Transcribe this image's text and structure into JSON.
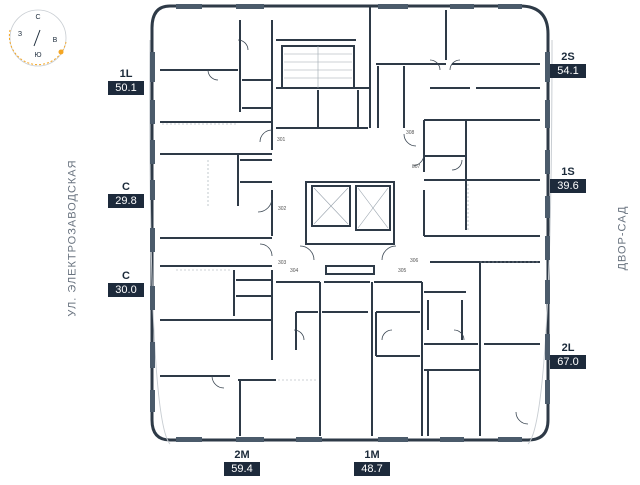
{
  "compass": {
    "north": "С",
    "south": "Ю",
    "east": "В",
    "west": "З",
    "sun_color": "#f5a623"
  },
  "streets": {
    "left": "УЛ. ЭЛЕКТРОЗАВОДСКАЯ",
    "right": "ДВОР-САД"
  },
  "apartments": [
    {
      "id": "apt-1l",
      "type": "1L",
      "area": "50.1"
    },
    {
      "id": "apt-c-a",
      "type": "C",
      "area": "29.8"
    },
    {
      "id": "apt-c-b",
      "type": "C",
      "area": "30.0"
    },
    {
      "id": "apt-2s",
      "type": "2S",
      "area": "54.1"
    },
    {
      "id": "apt-1s",
      "type": "1S",
      "area": "39.6"
    },
    {
      "id": "apt-2l",
      "type": "2L",
      "area": "67.0"
    },
    {
      "id": "apt-2m",
      "type": "2M",
      "area": "59.4"
    },
    {
      "id": "apt-1m",
      "type": "1M",
      "area": "48.7"
    }
  ],
  "rooms": [
    "301",
    "302",
    "303",
    "304",
    "305",
    "306",
    "307",
    "308"
  ],
  "colors": {
    "wall": "#2e3a47",
    "label_bg": "#1d2a3b",
    "label_text": "#ffffff",
    "window": "#4b5b6b"
  }
}
